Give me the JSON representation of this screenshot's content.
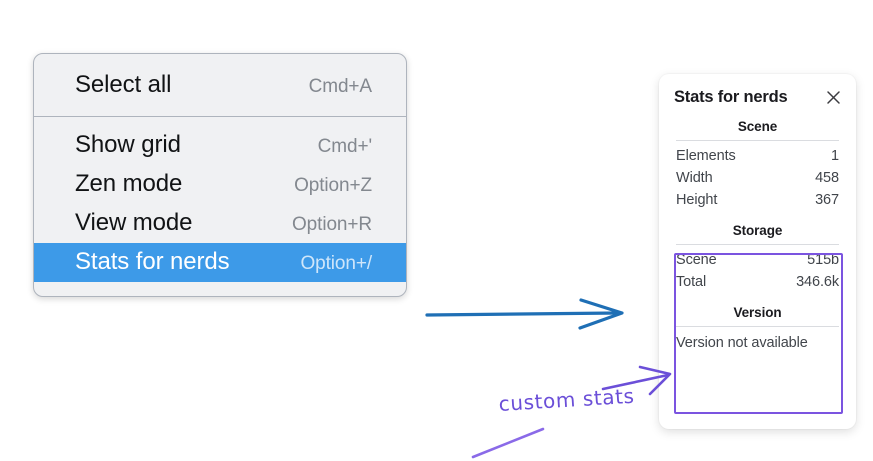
{
  "menu": {
    "sections": [
      {
        "name": "section-primary",
        "items": [
          {
            "label": "Select all",
            "accel": "Cmd+A",
            "selected": false
          }
        ]
      },
      {
        "name": "section-view",
        "items": [
          {
            "label": "Show grid",
            "accel": "Cmd+'",
            "selected": false
          },
          {
            "label": "Zen mode",
            "accel": "Option+Z",
            "selected": false
          },
          {
            "label": "View mode",
            "accel": "Option+R",
            "selected": false
          },
          {
            "label": "Stats for nerds",
            "accel": "Option+/",
            "selected": true
          }
        ]
      }
    ],
    "highlight_color": "#3d9ae8"
  },
  "stats_panel": {
    "title": "Stats for nerds",
    "close_icon": "close-icon",
    "sections": [
      {
        "heading": "Scene",
        "rows": [
          {
            "label": "Elements",
            "value": "1"
          },
          {
            "label": "Width",
            "value": "458"
          },
          {
            "label": "Height",
            "value": "367"
          }
        ]
      },
      {
        "heading": "Storage",
        "rows": [
          {
            "label": "Scene",
            "value": "515b"
          },
          {
            "label": "Total",
            "value": "346.6k"
          }
        ]
      },
      {
        "heading": "Version",
        "single_line": "Version not available"
      }
    ],
    "highlight_border_color": "#7b54e0"
  },
  "annotations": {
    "blue_arrow_color": "#1f6fb5",
    "purple_color": "#6b4fd8",
    "caption": "custom stats"
  }
}
